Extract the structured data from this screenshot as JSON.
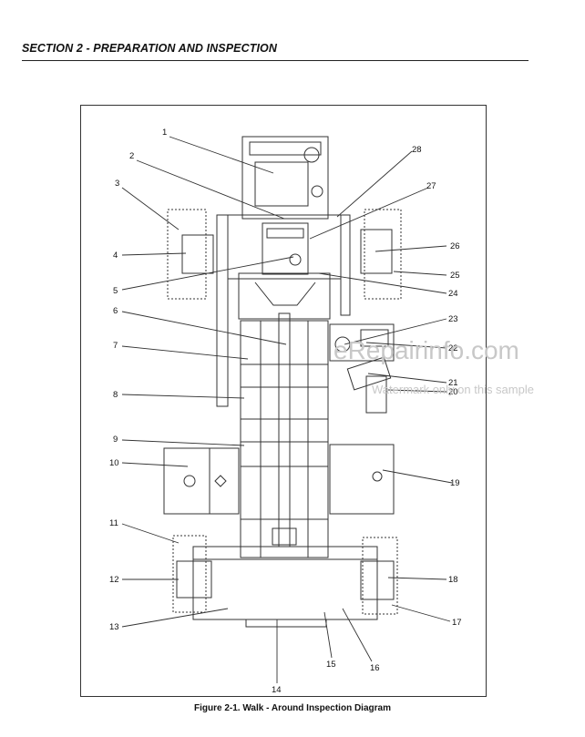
{
  "header": {
    "section_title": "SECTION 2 - PREPARATION AND INSPECTION"
  },
  "figure": {
    "caption": "Figure 2-1.  Walk - Around Inspection Diagram"
  },
  "callouts": [
    "1",
    "2",
    "3",
    "4",
    "5",
    "6",
    "7",
    "8",
    "9",
    "10",
    "11",
    "12",
    "13",
    "14",
    "15",
    "16",
    "17",
    "18",
    "19",
    "20",
    "21",
    "22",
    "23",
    "24",
    "25",
    "26",
    "27",
    "28"
  ],
  "watermark": {
    "site": "eRepairinfo.com",
    "note": "Watermark only on this sample"
  },
  "colors": {
    "line": "#333333",
    "watermark": "#c8c8c8"
  }
}
